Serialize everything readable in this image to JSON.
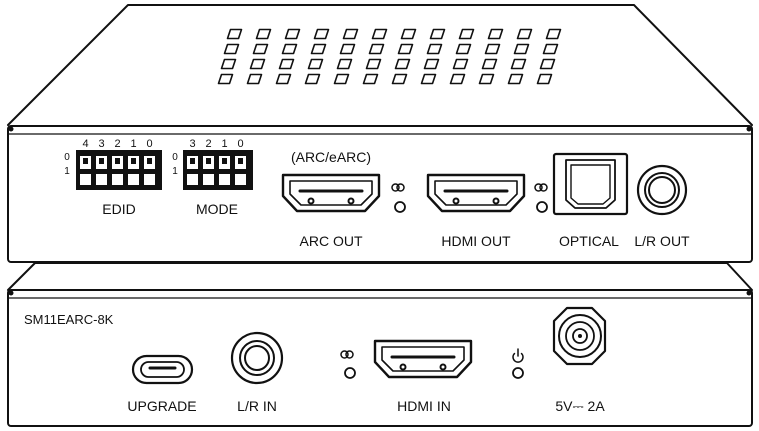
{
  "top_unit": {
    "dip_edid": {
      "bit_labels": [
        "4",
        "3",
        "2",
        "1",
        "0"
      ],
      "row_labels": [
        "0",
        "1"
      ],
      "label": "EDID"
    },
    "dip_mode": {
      "bit_labels": [
        "3",
        "2",
        "1",
        "0"
      ],
      "row_labels": [
        "0",
        "1"
      ],
      "label": "MODE"
    },
    "arc_note": "(ARC/eARC)",
    "ports": {
      "arc_out": "ARC OUT",
      "hdmi_out": "HDMI OUT",
      "optical": "OPTICAL",
      "lr_out": "L/R OUT"
    }
  },
  "bottom_unit": {
    "model": "SM11EARC-8K",
    "ports": {
      "upgrade": "UPGRADE",
      "lr_in": "L/R IN",
      "hdmi_in": "HDMI IN",
      "power": "5V⎓ 2A"
    }
  },
  "icons": [
    "link-icon",
    "power-icon",
    "vent-slot-icon"
  ]
}
